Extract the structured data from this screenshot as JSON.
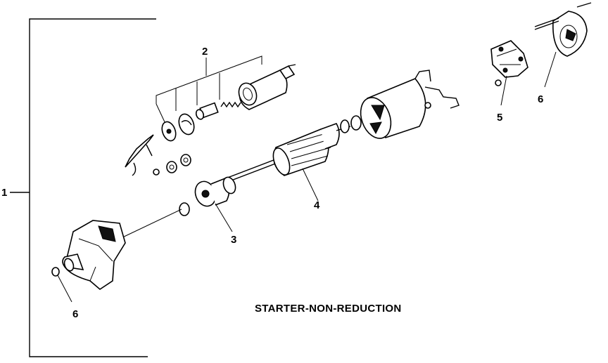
{
  "caption": "STARTER-NON-REDUCTION",
  "callouts": {
    "c1": "1",
    "c2": "2",
    "c3": "3",
    "c4": "4",
    "c5": "5",
    "c6a": "6",
    "c6b": "6"
  }
}
